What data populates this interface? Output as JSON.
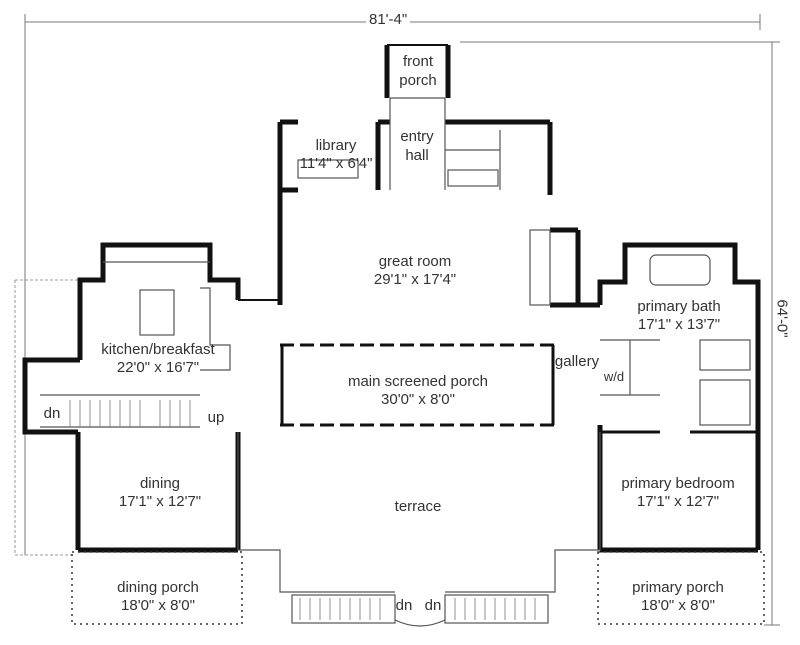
{
  "dimensions": {
    "width": "81'-4\"",
    "depth": "64'-0\""
  },
  "rooms": {
    "front_porch": {
      "name": "front\nporch"
    },
    "entry_hall": {
      "name": "entry\nhall"
    },
    "library": {
      "name": "library",
      "size": "11'4\" x 6'4\""
    },
    "great_room": {
      "name": "great room",
      "size": "29'1\" x 17'4\""
    },
    "kitchen": {
      "name": "kitchen/breakfast",
      "size": "22'0\" x 16'7\""
    },
    "primary_bath": {
      "name": "primary bath",
      "size": "17'1\" x 13'7\""
    },
    "gallery": {
      "name": "gallery"
    },
    "wd": {
      "name": "w/d"
    },
    "main_screened_porch": {
      "name": "main screened porch",
      "size": "30'0\" x 8'0\""
    },
    "dining": {
      "name": "dining",
      "size": "17'1\" x 12'7\""
    },
    "terrace": {
      "name": "terrace"
    },
    "primary_bedroom": {
      "name": "primary bedroom",
      "size": "17'1\" x 12'7\""
    },
    "dining_porch": {
      "name": "dining porch",
      "size": "18'0\" x 8'0\""
    },
    "primary_porch": {
      "name": "primary porch",
      "size": "18'0\" x 8'0\""
    }
  },
  "stairs": {
    "dn": "dn",
    "up": "up",
    "dn_left": "dn",
    "dn_right": "dn"
  },
  "colors": {
    "wall": "#111111",
    "line": "#555555",
    "dim_line": "#888888"
  }
}
